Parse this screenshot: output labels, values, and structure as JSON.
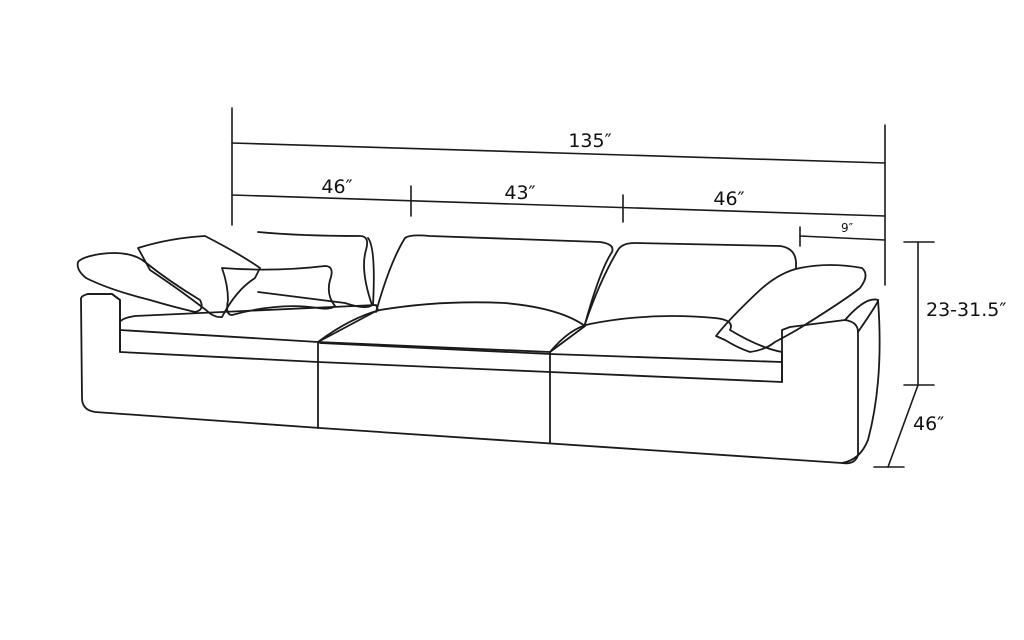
{
  "dimensions": {
    "total_width": "135″",
    "left_section": "46″",
    "middle_section": "43″",
    "right_section": "46″",
    "arm_width": "9″",
    "height_range": "23-31.5″",
    "depth": "46″"
  },
  "colors": {
    "line": "#1a1a1a",
    "background": "#ffffff"
  }
}
